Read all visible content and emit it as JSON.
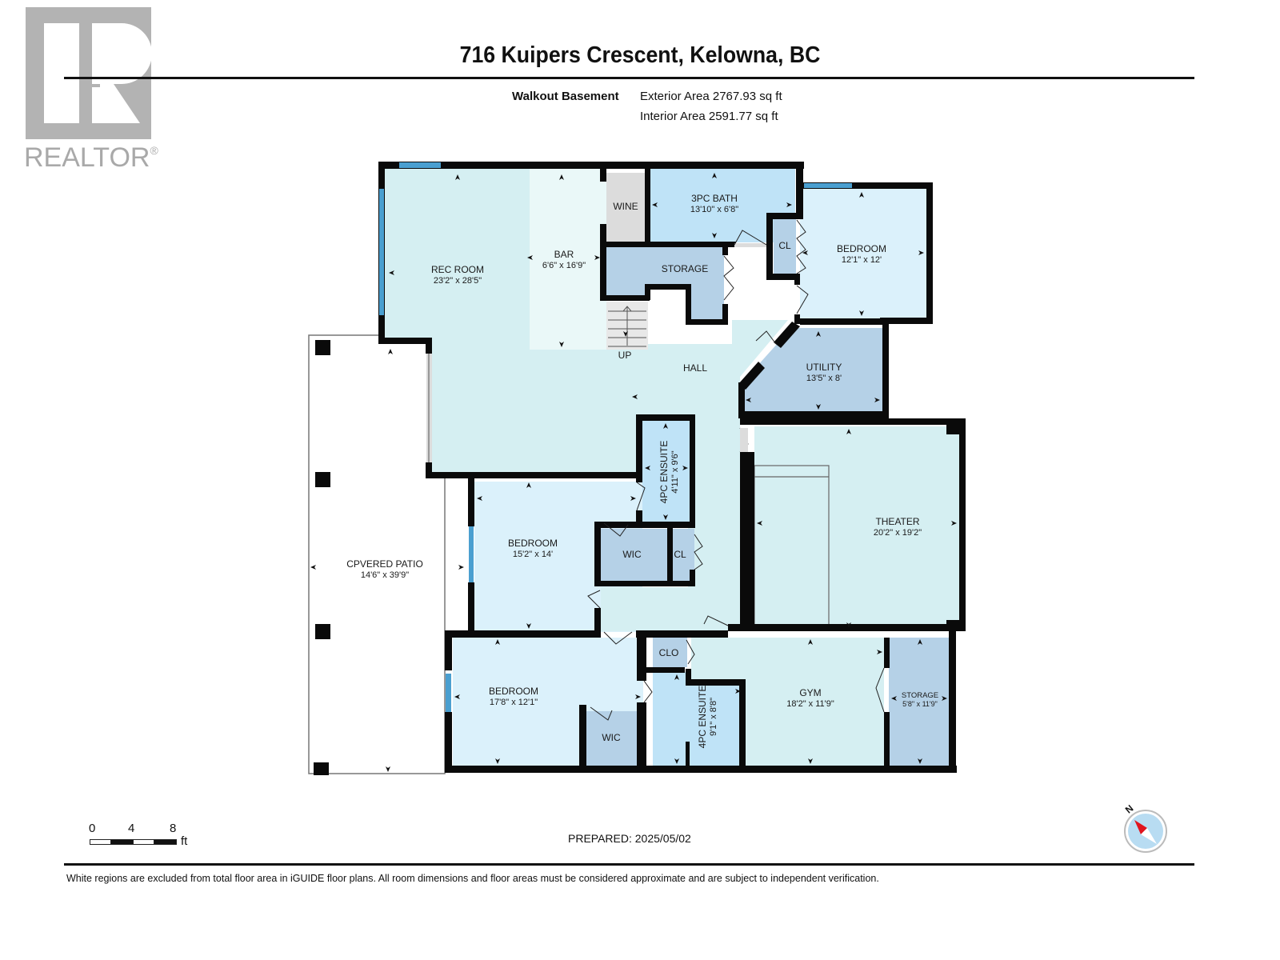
{
  "header": {
    "address": "716 Kuipers Crescent, Kelowna, BC",
    "floor_name": "Walkout Basement",
    "exterior_area": "Exterior Area 2767.93 sq ft",
    "interior_area": "Interior Area 2591.77 sq ft"
  },
  "logo": {
    "text": "REALTOR",
    "mark": "®",
    "icon": "realtor-r-icon"
  },
  "rooms": {
    "rec_room": {
      "name": "REC ROOM",
      "dims": "23'2\" x 28'5\""
    },
    "bar": {
      "name": "BAR",
      "dims": "6'6\" x 16'9\""
    },
    "wine": {
      "name": "WINE"
    },
    "bath_3pc": {
      "name": "3PC BATH",
      "dims": "13'10\" x 6'8\""
    },
    "storage_top": {
      "name": "STORAGE"
    },
    "cl_top": {
      "name": "CL"
    },
    "bedroom_ne": {
      "name": "BEDROOM",
      "dims": "12'1\" x 12'"
    },
    "stairs": {
      "name": "UP"
    },
    "hall": {
      "name": "HALL"
    },
    "utility": {
      "name": "UTILITY",
      "dims": "13'5\" x 8'"
    },
    "ensuite_4pc_mid": {
      "name": "4PC ENSUITE",
      "dims": "4'11\" x 9'6\""
    },
    "theater": {
      "name": "THEATER",
      "dims": "20'2\" x 19'2\""
    },
    "covered_patio": {
      "name": "CPVERED PATIO",
      "dims": "14'6\" x 39'9\""
    },
    "bedroom_mid": {
      "name": "BEDROOM",
      "dims": "15'2\" x 14'"
    },
    "wic_mid": {
      "name": "WIC"
    },
    "cl_mid": {
      "name": "CL"
    },
    "bedroom_sw": {
      "name": "BEDROOM",
      "dims": "17'8\" x 12'1\""
    },
    "wic_sw": {
      "name": "WIC"
    },
    "clo": {
      "name": "CLO"
    },
    "ensuite_4pc_low": {
      "name": "4PC ENSUITE",
      "dims": "9'1\" x 8'8\""
    },
    "gym": {
      "name": "GYM",
      "dims": "18'2\" x 11'9\""
    },
    "storage_low": {
      "name": "STORAGE",
      "dims": "5'8\" x 11'9\""
    }
  },
  "colors": {
    "wall": "#0a0a0a",
    "room_light": "#d5eff2",
    "bedroom": "#dbf1fb",
    "bath": "#bfe3f7",
    "storage": "#b5d1e7",
    "bar": "#eaf8f8",
    "wine": "#dcdcdc",
    "window": "#4a9fd0",
    "compass_needle": "#e0141e",
    "compass_face": "#b8dcf2"
  },
  "scale": {
    "ticks": [
      "0",
      "4",
      "8"
    ],
    "unit": "ft"
  },
  "footer": {
    "prepared": "PREPARED: 2025/05/02",
    "disclaimer": "White regions are excluded from total floor area in iGUIDE floor plans. All room dimensions and floor areas must be considered approximate and are subject to independent verification."
  },
  "compass": {
    "label": "N",
    "icon": "compass-north-icon"
  }
}
